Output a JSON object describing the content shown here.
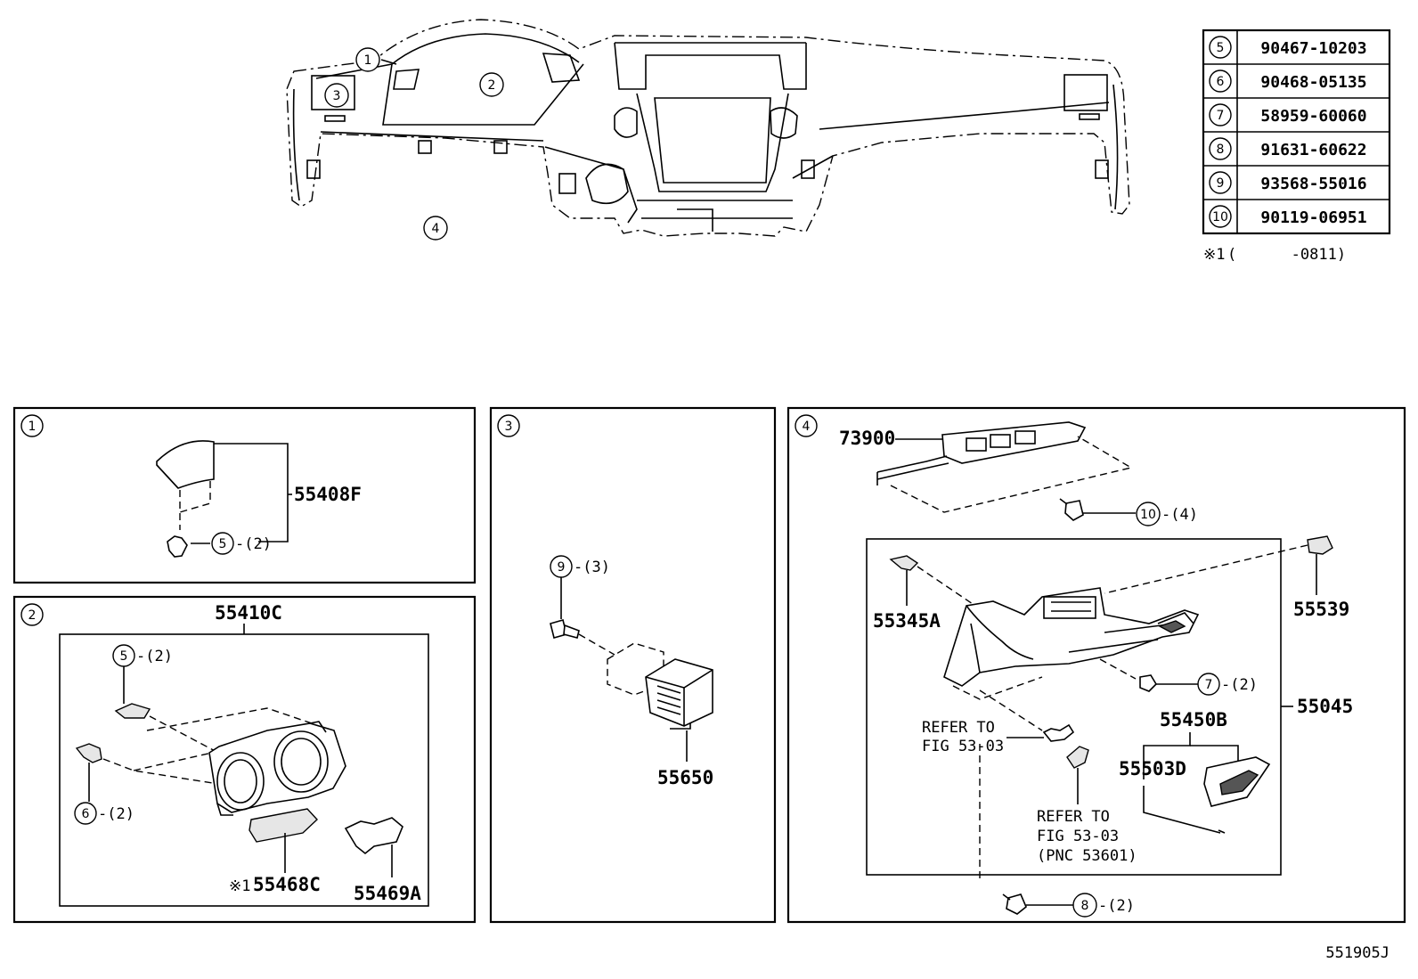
{
  "overview": {
    "callouts": [
      "1",
      "2",
      "3",
      "4"
    ]
  },
  "parts_table": {
    "rows": [
      {
        "ref": "5",
        "part": "90467-10203"
      },
      {
        "ref": "6",
        "part": "90468-05135"
      },
      {
        "ref": "7",
        "part": "58959-60060"
      },
      {
        "ref": "8",
        "part": "91631-60622"
      },
      {
        "ref": "9",
        "part": "93568-55016"
      },
      {
        "ref": "10",
        "part": "90119-06951"
      }
    ],
    "note_mark": "※1",
    "note_range": "(      -0811)"
  },
  "panel1": {
    "id": "1",
    "part_label": "55408F",
    "clip_ref": "5",
    "clip_qty": "-(2)"
  },
  "panel2": {
    "id": "2",
    "part_label": "55410C",
    "clip5_ref": "5",
    "clip5_qty": "-(2)",
    "clip6_ref": "6",
    "clip6_qty": "-(2)",
    "label_a_mark": "※1",
    "label_a": "55468C",
    "label_b": "55469A"
  },
  "panel3": {
    "id": "3",
    "screw_ref": "9",
    "screw_qty": "-(3)",
    "part_label": "55650"
  },
  "panel4": {
    "id": "4",
    "label_73900": "73900",
    "bolt10_ref": "10",
    "bolt10_qty": "-(4)",
    "label_55345A": "55345A",
    "label_55539": "55539",
    "clip7_ref": "7",
    "clip7_qty": "-(2)",
    "label_55045": "55045",
    "refer1_line1": "REFER TO",
    "refer1_line2": "FIG 53-03",
    "label_55450B": "55450B",
    "label_55503D": "55503D",
    "refer2_line1": "REFER TO",
    "refer2_line2": "FIG 53-03",
    "refer2_line3": "(PNC 53601)",
    "bolt8_ref": "8",
    "bolt8_qty": "-(2)"
  },
  "figure_code": "551905J"
}
